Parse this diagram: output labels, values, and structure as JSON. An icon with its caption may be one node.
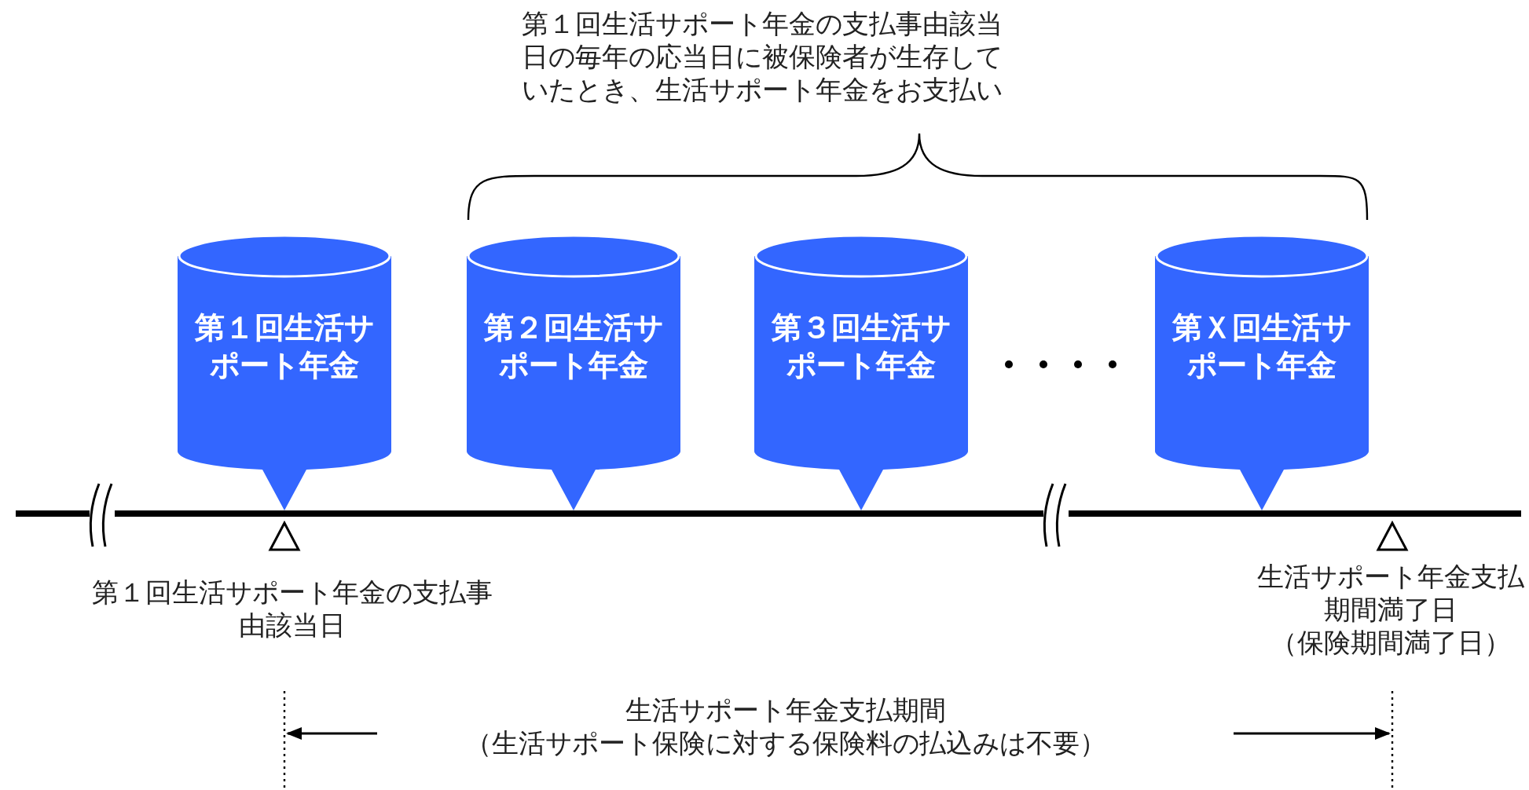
{
  "diagram": {
    "nodes": [
      {
        "text": [
          "第１回生活サポート年金"
        ]
      },
      {
        "text": [
          "第２回生活サポート年金"
        ]
      },
      {
        "text": [
          "第３回生活サポート年金"
        ]
      },
      {
        "text": [
          "第Ｘ回生活サポート年金"
        ]
      }
    ],
    "labels": [
      "第１回生活サポート年金の支払事由該当日の毎年の応当日に被保険者が生存していたとき、生活サポート年金をお支払い",
      "第１回生活サポート年金の支払事由該当日",
      "生活サポート年金支払期間満了日",
      "（保険期間満了日）",
      "生活サポート年金支払期間",
      "（生活サポート保険に対する保険料の払込みは不要）"
    ]
  }
}
